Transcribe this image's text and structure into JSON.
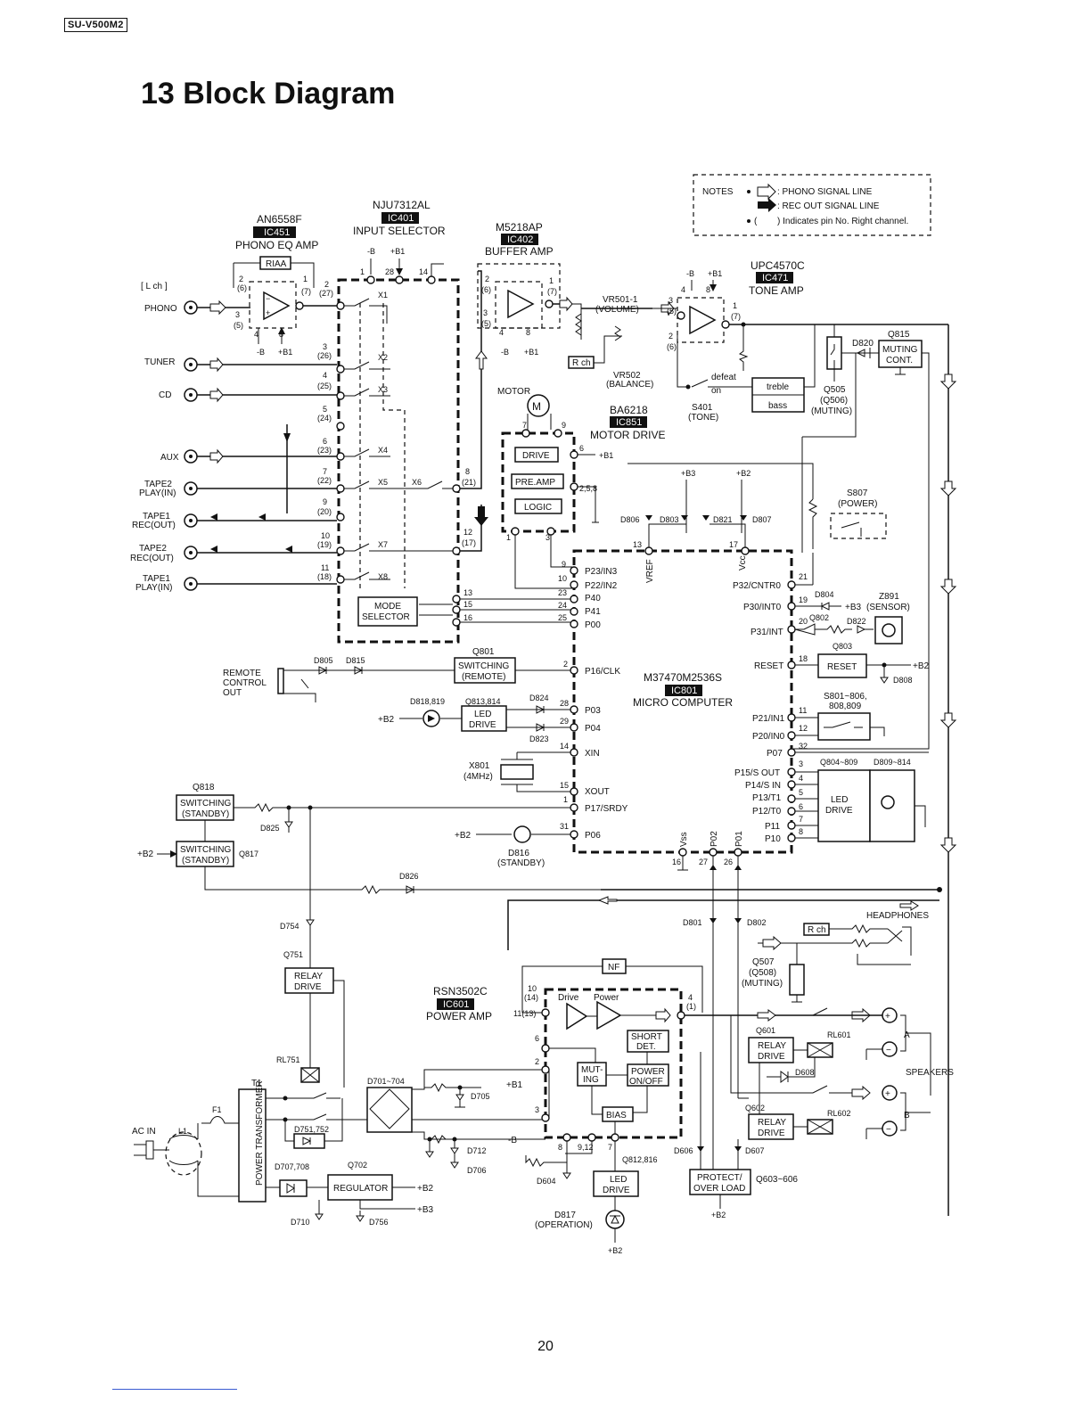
{
  "model": "SU-V500M2",
  "title": "13 Block Diagram",
  "page_number": "20",
  "notes": {
    "heading": "NOTES",
    "phono": ": PHONO SIGNAL LINE",
    "recout": ": REC OUT SIGNAL LINE",
    "pin": ") Indicates pin No. Right channel."
  },
  "ics": {
    "ic451": {
      "part": "AN6558F",
      "id": "IC451",
      "name": "PHONO EQ AMP"
    },
    "ic401": {
      "part": "NJU7312AL",
      "id": "IC401",
      "name": "INPUT SELECTOR"
    },
    "ic402": {
      "part": "M5218AP",
      "id": "IC402",
      "name": "BUFFER AMP"
    },
    "ic471": {
      "part": "UPC4570C",
      "id": "IC471",
      "name": "TONE AMP"
    },
    "ic851": {
      "part": "BA6218",
      "id": "IC851",
      "name": "MOTOR DRIVE"
    },
    "ic801": {
      "part": "M37470M2536S",
      "id": "IC801",
      "name": "MICRO COMPUTER"
    },
    "ic601": {
      "part": "RSN3502C",
      "id": "IC601",
      "name": "POWER AMP"
    }
  },
  "inputs": {
    "lch": "[ L ch ]",
    "phono": "PHONO",
    "tuner": "TUNER",
    "cd": "CD",
    "aux": "AUX",
    "tape2_play": [
      "TAPE2",
      "PLAY(IN)"
    ],
    "tape1_rec": [
      "TAPE1",
      "REC(OUT)"
    ],
    "tape2_rec": [
      "TAPE2",
      "REC(OUT)"
    ],
    "tape1_play": [
      "TAPE1",
      "PLAY(IN)"
    ]
  },
  "blocks": {
    "riaa": "RIAA",
    "drive": "DRIVE",
    "preamp": "PRE.AMP",
    "logic": "LOGIC",
    "mode_selector": [
      "MODE",
      "SELECTOR"
    ],
    "switching_remote": [
      "SWITCHING",
      "(REMOTE)"
    ],
    "led_drive": [
      "LED",
      "DRIVE"
    ],
    "muting_cont": [
      "MUTING",
      "CONT."
    ],
    "reset": "RESET",
    "switching_standby": [
      "SWITCHING",
      "(STANDBY)"
    ],
    "relay_drive": [
      "RELAY",
      "DRIVE"
    ],
    "regulator": "REGULATOR",
    "power_transformer": "POWER TRANSFORMER",
    "short_det": [
      "SHORT",
      "DET."
    ],
    "power_onoff": [
      "POWER",
      "ON/OFF"
    ],
    "muting": [
      "MUT-",
      "ING"
    ],
    "bias": "BIAS",
    "nf": "NF",
    "protect": [
      "PROTECT/",
      "OVER LOAD"
    ],
    "treble": "treble",
    "bass": "bass",
    "motor": "MOTOR",
    "drive_lbl": "Drive",
    "power_lbl": "Power"
  },
  "components": {
    "vr501": [
      "VR501-1",
      "(VOLUME)"
    ],
    "vr502": [
      "VR502",
      "(BALANCE)"
    ],
    "rch": "R ch",
    "s401": [
      "S401",
      "(TONE)"
    ],
    "defeat": "defeat",
    "on": "on",
    "q505": [
      "Q505",
      "(Q506)",
      "(MUTING)"
    ],
    "q815": "Q815",
    "d820": "D820",
    "s807": [
      "S807",
      "(POWER)"
    ],
    "z891": [
      "Z891",
      "(SENSOR)"
    ],
    "remote_control_out": [
      "REMOTE",
      "CONTROL",
      "OUT"
    ],
    "x801": [
      "X801",
      "(4MHz)"
    ],
    "d816": [
      "D816",
      "(STANDBY)"
    ],
    "d817": [
      "D817",
      "(OPERATION)"
    ],
    "headphones": "HEADPHONES",
    "q507": [
      "Q507",
      "(Q508)",
      "(MUTING)"
    ],
    "speakers": "SPEAKERS",
    "ac_in": "AC IN",
    "s801": [
      "S801~806,",
      "808,809"
    ]
  },
  "pins": {
    "p23": "P23/IN3",
    "p22": "P22/IN2",
    "p40": "P40",
    "p41": "P41",
    "p00": "P00",
    "p16": "P16/CLK",
    "p03": "P03",
    "p04": "P04",
    "xin": "XIN",
    "xout": "XOUT",
    "p17": "P17/SRDY",
    "p06": "P06",
    "p32": "P32/CNTR0",
    "p30": "P30/INT0",
    "p31": "P31/INT",
    "reset": "RESET",
    "p21": "P21/IN1",
    "p20": "P20/IN0",
    "p07": "P07",
    "p15": "P15/S OUT",
    "p14": "P14/S IN",
    "p13": "P13/T1",
    "p12": "P12/T0",
    "p11": "P11",
    "p10": "P10",
    "vref": "VREF",
    "vcc": "Vcc",
    "vss": "Vss",
    "p02": "P02",
    "p01": "P01"
  },
  "refs": {
    "q801": "Q801",
    "q813": "Q813,814",
    "d818": "D818,819",
    "d824": "D824",
    "d823": "D823",
    "d805": "D805",
    "d815": "D815",
    "q818": "Q818",
    "q817": "Q817",
    "d825": "D825",
    "d826": "D826",
    "d754": "D754",
    "q751": "Q751",
    "rl751": "RL751",
    "t1": "T1",
    "f1": "F1",
    "l1": "L1",
    "d701": "D701~704",
    "d705": "D705",
    "d712": "D712",
    "d706": "D706",
    "d751": "D751,752",
    "d707": "D707,708",
    "q702": "Q702",
    "d710": "D710",
    "d756": "D756",
    "d604": "D604",
    "q812": "Q812,816",
    "d606": "D606",
    "d607": "D607",
    "q603": "Q603~606",
    "q601": "Q601",
    "q602": "Q602",
    "rl601": "RL601",
    "rl602": "RL602",
    "d608": "D608",
    "d801": "D801",
    "d802": "D802",
    "d806": "D806",
    "d803": "D803",
    "d821": "D821",
    "d807": "D807",
    "d804": "D804",
    "q802": "Q802",
    "d822": "D822",
    "q803": "Q803",
    "d808": "D808",
    "q804": "Q804~809",
    "d809": "D809~814"
  },
  "rails": {
    "b1p": "+B1",
    "bm": "-B",
    "b2p": "+B2",
    "b3p": "+B3",
    "bmm": "-B"
  }
}
